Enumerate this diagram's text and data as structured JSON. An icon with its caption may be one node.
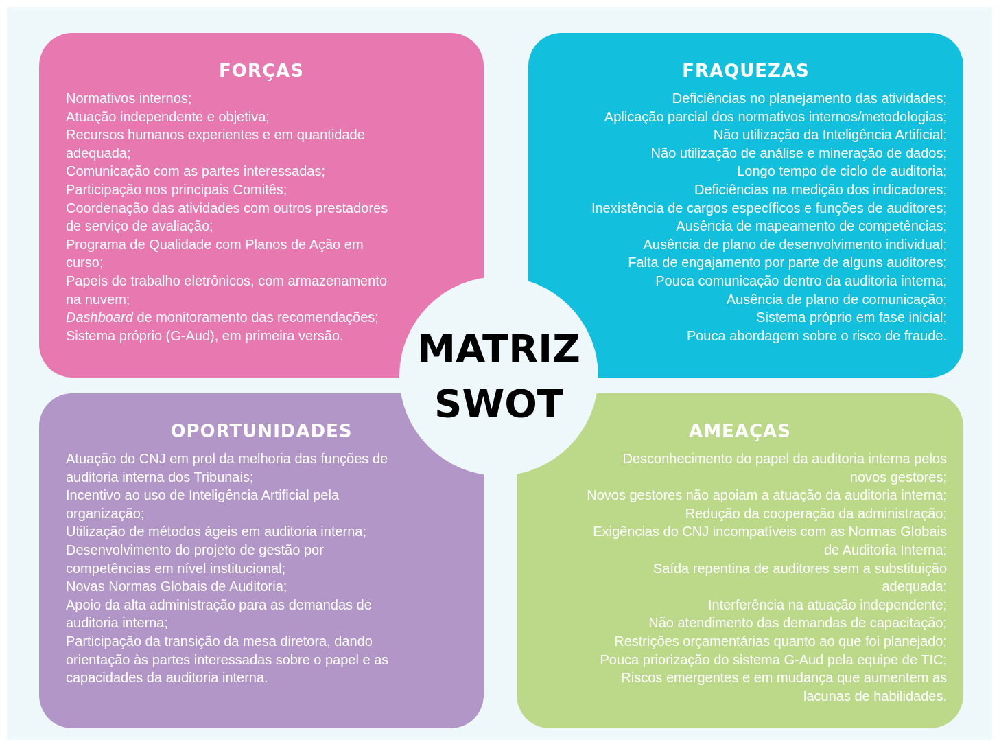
{
  "diagram": {
    "nodes": [
      {
        "text": [
          "FORÇAS",
          "Normativos internos;",
          "Atuação independente e objetiva;",
          "Recursos humanos experientes e em quantidade adequada;",
          "Comunicação com as partes interessadas;",
          "Participação nos principais Comitês;",
          "Coordenação das atividades com outros prestadores de serviço de avaliação;",
          "Programa de Qualidade com Planos de Ação em curso;",
          "Papeis de trabalho eletrônicos, com armazenamento na nuvem;",
          "*Dashboard* de monitoramento das recomendações;",
          "Sistema próprio (G-Aud), em primeira versão."
        ]
      },
      {
        "text": [
          "FRAQUEZAS",
          "Deficiências no planejamento das atividades;",
          "Aplicação parcial dos normativos internos/metodologias;",
          "Não utilização da Inteligência Artificial;",
          "Não utilização de análise e mineração de dados;",
          "Longo tempo de ciclo de auditoria;",
          "Deficiências na medição dos indicadores;",
          "Inexistência de cargos específicos e funções de auditores;",
          "Ausência de mapeamento de competências;",
          "Ausência de plano de desenvolvimento individual;",
          "Falta de engajamento por parte de alguns auditores;",
          "Pouca comunicação dentro da auditoria interna;",
          "Ausência de plano de comunicação;",
          "Sistema próprio em fase inicial;",
          "Pouca abordagem sobre o risco de fraude."
        ]
      },
      {
        "text": [
          "OPORTUNIDADES",
          "Atuação do CNJ em prol da melhoria das funções de auditoria interna dos Tribunais;",
          "Incentivo ao uso de Inteligência Artificial pela organização;",
          "Utilização de métodos ágeis em auditoria interna;",
          "Desenvolvimento do projeto de gestão por competências em nível institucional;",
          "Novas Normas Globais de Auditoria;",
          "Apoio da alta administração para as demandas de auditoria interna;",
          "Participação da transição da mesa diretora, dando orientação às partes interessadas sobre o papel e as capacidades da auditoria interna."
        ]
      },
      {
        "text": [
          "AMEAÇAS",
          "Desconhecimento do papel da auditoria interna pelos novos gestores;",
          "Novos gestores não apoiam a atuação da auditoria interna;",
          "Redução da cooperação da administração;",
          "Exigências do CNJ incompatíveis com as Normas Globais de Auditoria Interna;",
          "Saída repentina de auditores sem a substituição adequada;",
          "Interferência na atuação independente;",
          "Não atendimento das demandas de capacitação;",
          "Restrições orçamentárias quanto ao que foi planejado;",
          "Pouca priorização do sistema G-Aud pela equipe de TIC;",
          "Riscos emergentes e em mudança que aumentem as lacunas de habilidades."
        ]
      },
      {
        "text": [
          "MATRIZ SWOT"
        ]
      }
    ]
  }
}
